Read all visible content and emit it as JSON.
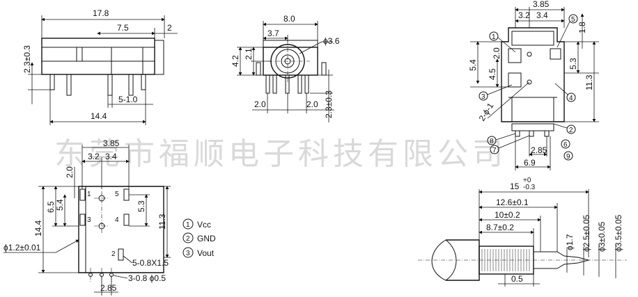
{
  "watermark": "东莞市福顺电子科技有限公司",
  "side_view": {
    "d_total": "17.8",
    "d_mid": "7.5",
    "d_right": "2",
    "d_height": "2.3±0.3",
    "d_pins": "5-1.0",
    "d_bottom": "14.4"
  },
  "front_view": {
    "d_width": "8.0",
    "d_left": "3.7",
    "d_dia": "ϕ3.6",
    "d_h1": "4.2",
    "d_h2": "2.1",
    "d_pl": "2.0",
    "d_pr": "2.0",
    "d_ph": "2.3±0.3"
  },
  "top_view": {
    "d_385": "3.85",
    "d_32": "3.2",
    "d_34": "3.4",
    "d_20": "2.0",
    "d_54": "5.4",
    "d_45": "4.5",
    "d_18": "1.8",
    "d_53": "5.3",
    "d_113": "11.3",
    "d_holes": "2-ϕ-1",
    "d_285": "2.85",
    "d_69": "6.9"
  },
  "top_circles": [
    "1",
    "2",
    "3",
    "4",
    "5",
    "6",
    "7",
    "8",
    "9"
  ],
  "pcb_view": {
    "d_385": "3.85",
    "d_32": "3.2",
    "d_34": "3.4",
    "d_20": "2.0",
    "d_65": "6.5",
    "d_54": "5.4",
    "d_53": "5.3",
    "d_113": "11.3",
    "d_144": "14.4",
    "d_hole": "ϕ1.2±0.01",
    "d_slots": "5-0.8X1.5",
    "d_holes3": "3-0.8 ϕ0.5",
    "d_285": "2.85",
    "pads": [
      "1",
      "5",
      "3",
      "4",
      "2"
    ]
  },
  "legend": [
    {
      "num": "1",
      "label": "Vcc"
    },
    {
      "num": "2",
      "label": "GND"
    },
    {
      "num": "3",
      "label": "Vout"
    }
  ],
  "plug_view": {
    "d_15": "15",
    "d_15_tol_up": "+0",
    "d_15_tol_dn": "-0.3",
    "d_126": "12.6±0.1",
    "d_10": "10±0.2",
    "d_87": "8.7±0.2",
    "d_05": "0.5",
    "d_17": "ϕ1.7",
    "d_25": "ϕ2.5±0.05",
    "d_3": "ϕ3±0.05",
    "d_35": "ϕ3.5±0.05"
  }
}
